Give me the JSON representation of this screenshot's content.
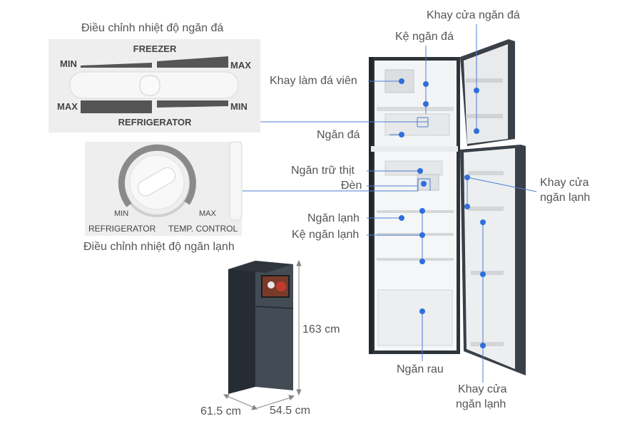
{
  "freezer_dial": {
    "caption": "Điều chỉnh nhiệt độ ngăn đá",
    "top_label": "FREEZER",
    "bottom_label": "REFRIGERATOR",
    "top_left": "MIN",
    "top_right": "MAX",
    "bottom_left": "MAX",
    "bottom_right": "MIN"
  },
  "fridge_dial": {
    "caption": "Điều chỉnh nhiệt độ ngăn lạnh",
    "min_label": "MIN",
    "max_label": "MAX",
    "left_label": "REFRIGERATOR",
    "right_label": "TEMP. CONTROL"
  },
  "dimensions": {
    "height": "163 cm",
    "depth": "61.5 cm",
    "width": "54.5 cm"
  },
  "labels": {
    "freezer_door_tray": "Khay cửa ngăn đá",
    "freezer_shelf": "Kệ ngăn đá",
    "ice_tray": "Khay làm đá viên",
    "freezer_compartment": "Ngăn đá",
    "meat_compartment": "Ngăn trữ thịt",
    "light": "Đèn",
    "fridge_compartment": "Ngăn lạnh",
    "fridge_shelf": "Kệ ngăn lạnh",
    "fridge_door_tray_right_1": "Khay cửa",
    "fridge_door_tray_right_2": "ngăn lạnh",
    "vegetable_drawer": "Ngăn rau",
    "fridge_door_tray_bottom_1": "Khay cửa",
    "fridge_door_tray_bottom_2": "ngăn lạnh"
  },
  "colors": {
    "callout_line": "#4a7fd4",
    "callout_dot": "#2f6fdc",
    "fridge_body": "#3c444c",
    "panel_bg": "#eeeeee"
  }
}
